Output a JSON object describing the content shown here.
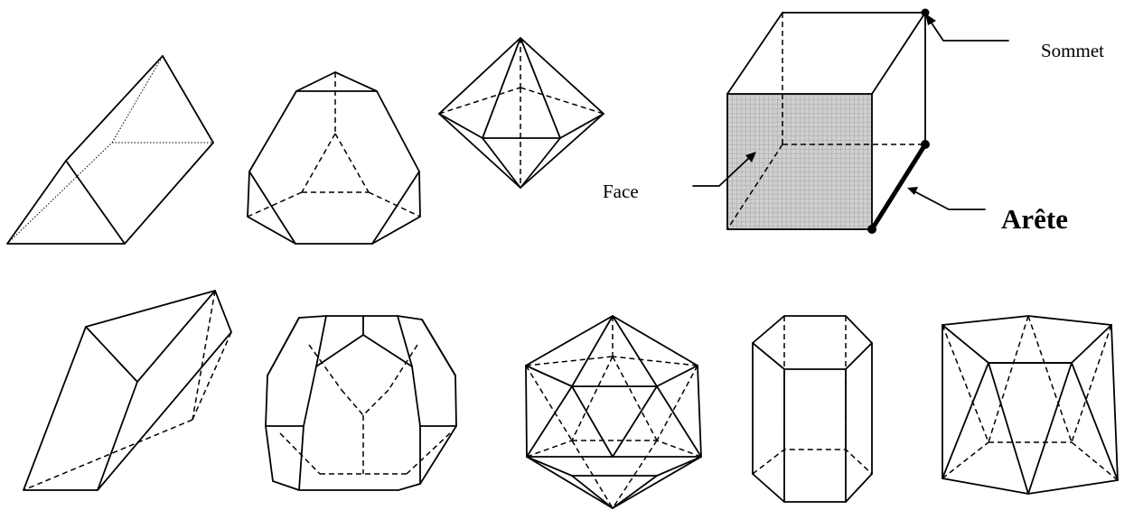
{
  "labels": {
    "vertex": "Sommet",
    "face": "Face",
    "edge": "Arête"
  },
  "colors": {
    "line": "#000000",
    "face_fill": "#c8c8c8",
    "face_grid": "#9a9a9a"
  }
}
